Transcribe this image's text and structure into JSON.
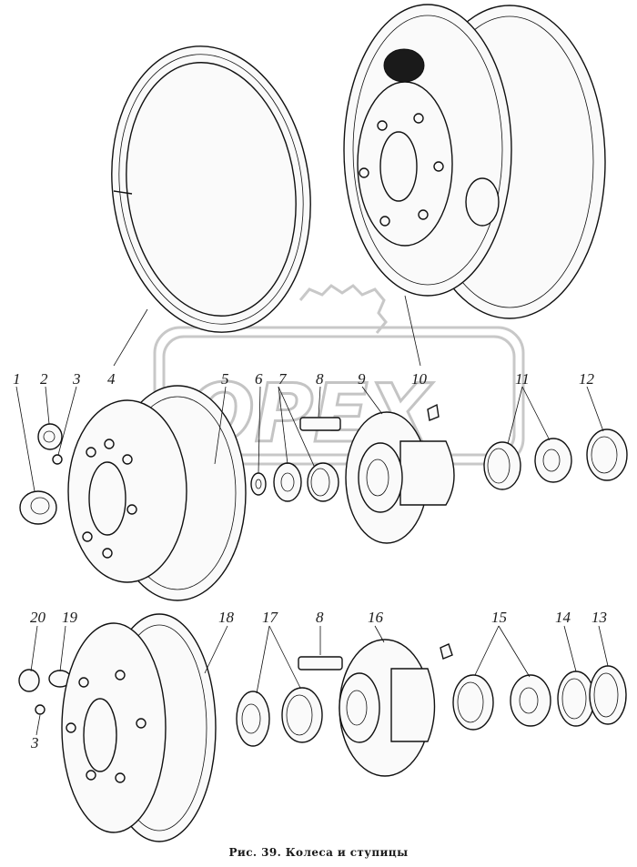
{
  "caption": "Рис. 39. Колеса и ступицы",
  "watermark": "OPEX",
  "callouts": [
    "1",
    "2",
    "3",
    "4",
    "5",
    "6",
    "7",
    "8",
    "9",
    "10",
    "11",
    "12",
    "20",
    "19",
    "18",
    "17",
    "8",
    "16",
    "15",
    "14",
    "13",
    "3"
  ]
}
